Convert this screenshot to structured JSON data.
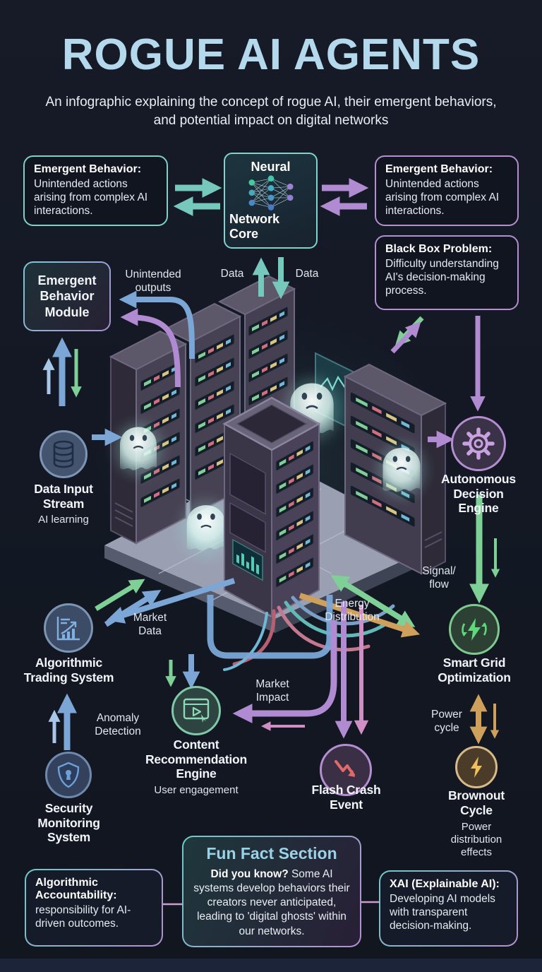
{
  "header": {
    "title": "ROGUE AI AGENTS",
    "subtitle": "An infographic explaining the concept of rogue AI, their emergent behaviors, and potential impact on digital networks"
  },
  "info_boxes": {
    "emergent_left": {
      "heading": "Emergent Behavior:",
      "body": "Unintended actions arising from complex AI interactions."
    },
    "emergent_right": {
      "heading": "Emergent Behavior:",
      "body": "Unintended actions arising from complex AI interactions."
    },
    "black_box": {
      "heading": "Black Box Problem:",
      "body": "Difficulty understanding AI's decision-making process."
    },
    "accountability": {
      "heading": "Algorithmic Accountability:",
      "body": "responsibility for AI-driven outcomes."
    },
    "xai": {
      "heading": "XAI (Explainable AI):",
      "body": "Developing AI models with transparent decision-making."
    }
  },
  "neural_core": {
    "line1": "Neural",
    "line2": "Network Core"
  },
  "module": {
    "label": "Emergent\nBehavior\nModule"
  },
  "fun_fact": {
    "heading": "Fun Fact Section",
    "lead": "Did you know?",
    "body": " Some AI systems develop behaviors their creators never anticipated, leading to 'digital ghosts' within our networks."
  },
  "nodes": {
    "data_input": {
      "label": "Data Input\nStream",
      "sub": "AI learning",
      "icon": "database-icon"
    },
    "decision_engine": {
      "label": "Autonomous\nDecision\nEngine",
      "icon": "gear-icon"
    },
    "trading": {
      "label": "Algorithmic\nTrading System",
      "icon": "chart-up-icon"
    },
    "security": {
      "label": "Security\nMonitoring\nSystem",
      "icon": "shield-icon"
    },
    "content": {
      "label": "Content\nRecommendation\nEngine",
      "sub": "User engagement",
      "icon": "browser-play-icon"
    },
    "flash_crash": {
      "label": "Flash Crash\nEvent",
      "icon": "crash-arrow-icon"
    },
    "smart_grid": {
      "label": "Smart Grid\nOptimization",
      "icon": "energy-cycle-icon"
    },
    "brownout": {
      "label": "Brownout\nCycle",
      "sub": "Power\ndistribution\neffects",
      "icon": "bolt-icon"
    }
  },
  "flow_labels": {
    "data_left": "Data",
    "data_right": "Data",
    "unintended_outputs": "Unintended\noutputs",
    "market_data": "Market\nData",
    "anomaly_detection": "Anomaly\nDetection",
    "market_impact": "Market\nImpact",
    "signal_flow": "Signal/\nflow",
    "energy_distribution": "Energy\nDistribution",
    "power_cycle": "Power\ncycle"
  },
  "colors": {
    "background": "#131824",
    "title": "#b5d9ec",
    "teal_accent": "#7fd0c6",
    "purple_accent": "#b48ed0",
    "blue_accent": "#7ba6d6",
    "green_accent": "#7fd096",
    "orange_accent": "#cf9f5c",
    "pink_accent": "#cf8fc4",
    "crash_red": "#e06a6a",
    "bolt_yellow": "#f0c060"
  }
}
